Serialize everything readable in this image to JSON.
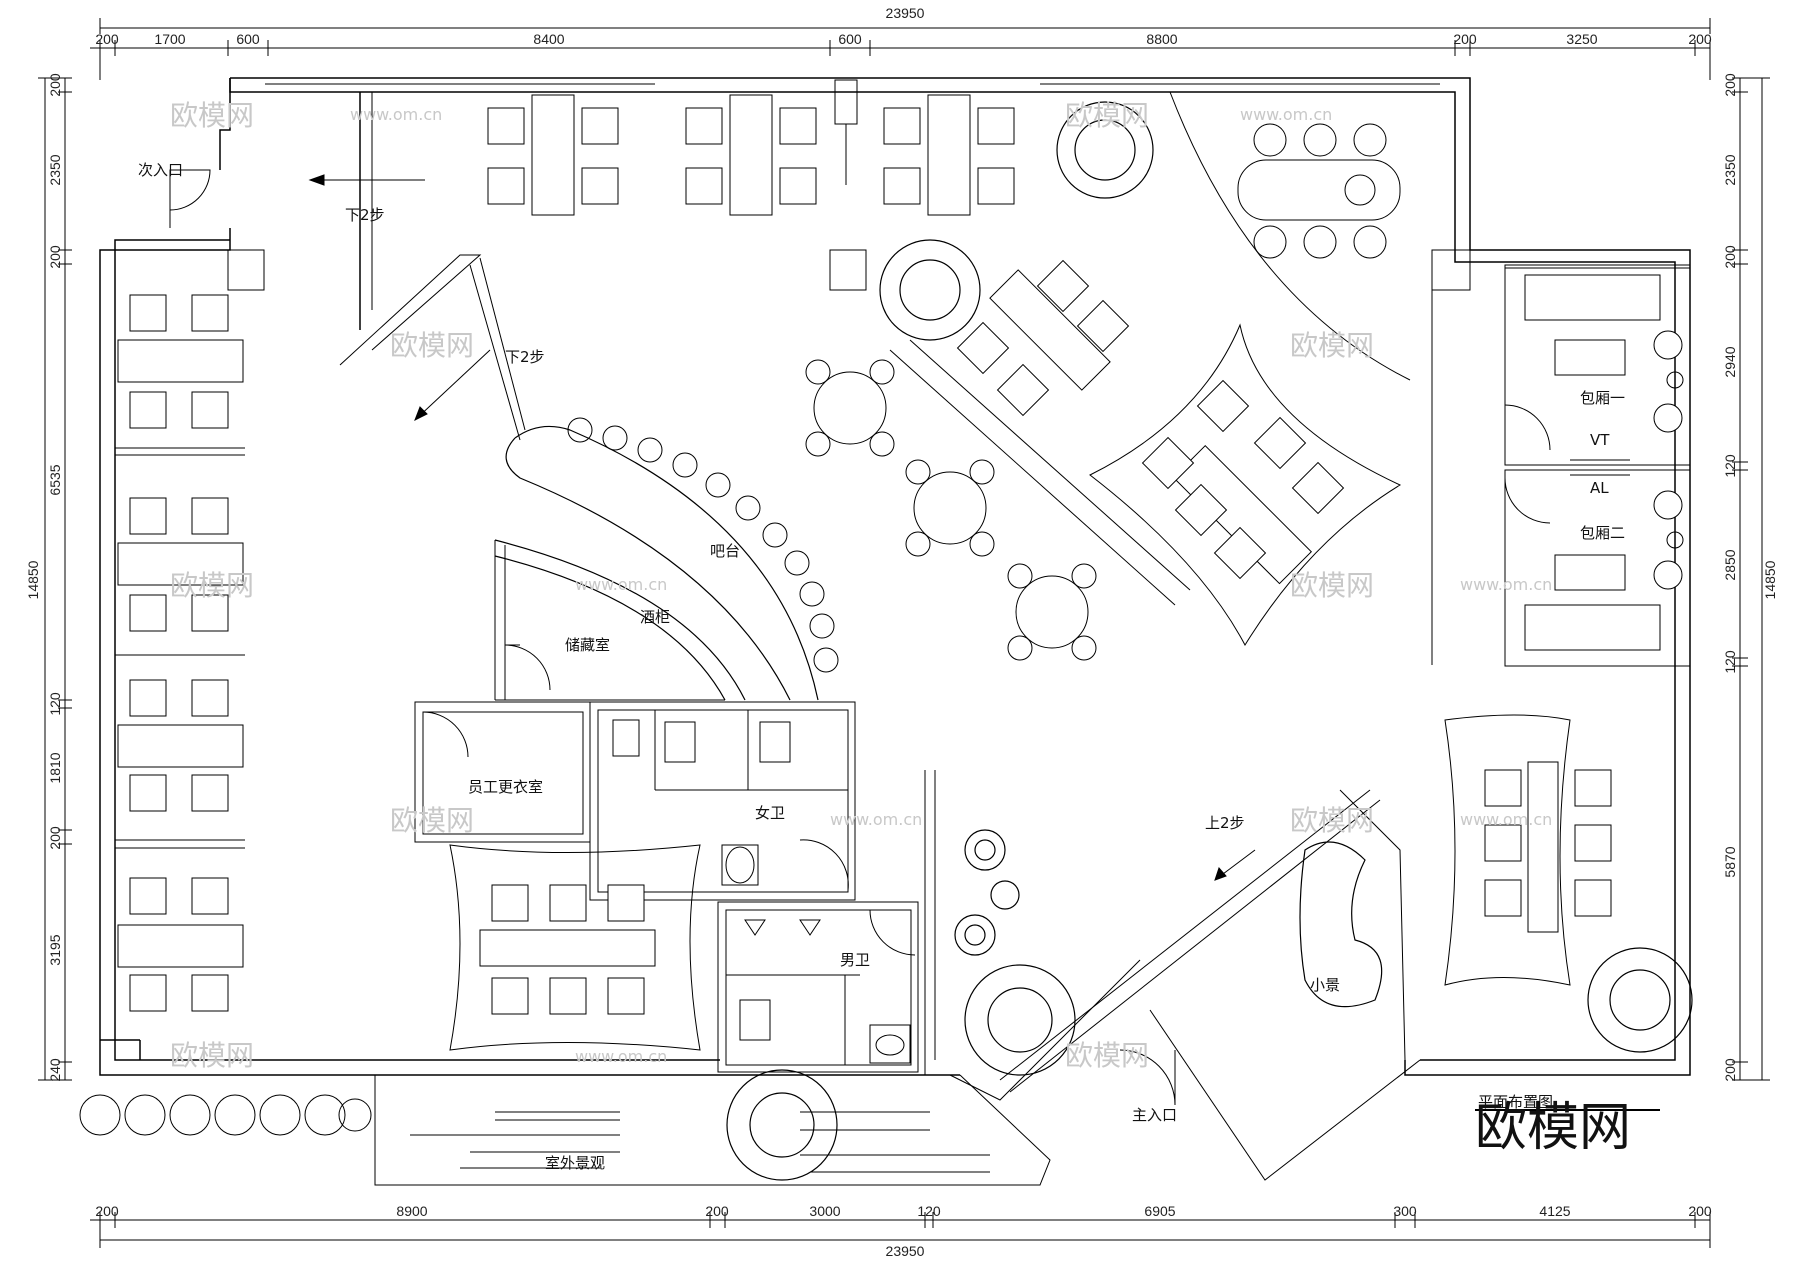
{
  "dimensions": {
    "overall_width": "23950",
    "overall_height": "14850",
    "top": [
      "200",
      "1700",
      "600",
      "8400",
      "600",
      "8800",
      "200",
      "3250",
      "200"
    ],
    "bottom": [
      "200",
      "8900",
      "200",
      "3000",
      "120",
      "6905",
      "300",
      "4125",
      "200"
    ],
    "left": [
      "200",
      "2350",
      "200",
      "6535",
      "120",
      "1810",
      "200",
      "3195",
      "240"
    ],
    "right": [
      "200",
      "2350",
      "200",
      "2940",
      "120",
      "2850",
      "120",
      "5870",
      "200"
    ]
  },
  "labels": {
    "secondary_entrance": "次入口",
    "main_entrance": "主入口",
    "down_2_steps_a": "下2步",
    "down_2_steps_b": "下2步",
    "up_2_steps": "上2步",
    "bar": "吧台",
    "wine_cabinet": "酒柜",
    "storage": "储藏室",
    "staff_locker": "员工更衣室",
    "womens_wc": "女卫",
    "mens_wc": "男卫",
    "private_room_1": "包厢一",
    "private_room_2": "包厢二",
    "landscape": "小景",
    "outdoor_landscape": "室外景观",
    "plan_title": "平面布置图",
    "up_mark": "VT",
    "down_mark": "AL"
  },
  "watermarks": {
    "brand": "欧模网",
    "url": "www.om.cn",
    "big_logo": "欧模网"
  }
}
